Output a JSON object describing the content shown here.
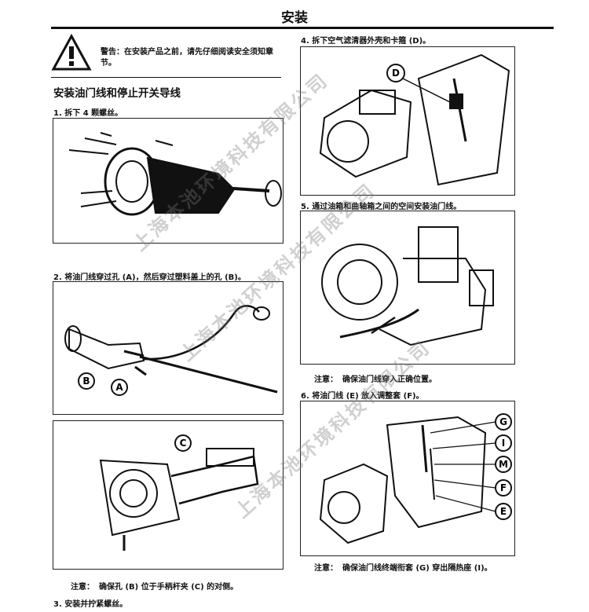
{
  "page": {
    "title": "安装"
  },
  "warning": {
    "label": "警告：",
    "text": "在安装产品之前，请先仔细阅读安全须知章节。"
  },
  "section": {
    "heading": "安装油门线和停止开关导线"
  },
  "steps": {
    "s1": "1.  拆下 4 颗螺丝。",
    "s2": "2.  将油门线穿过孔 (A)，然后穿过塑料盖上的孔 (B)。",
    "s3": "3.  安装并拧紧螺丝。",
    "s4": "4.  拆下空气滤清器外壳和卡箍 (D)。",
    "s5": "5.  通过油箱和曲轴箱之间的空间安装油门线。",
    "s6": "6.  将油门线 (E) 放入调整套 (F)。"
  },
  "notes": {
    "label": "注意：",
    "n1": "确保孔 (B) 位于手柄杆夹 (C) 的对侧。",
    "n2": "确保油门线穿入正确位置。",
    "n3": "确保油门线终端衔套 (G) 穿出隔热座 (I)。"
  },
  "callouts": {
    "a": "A",
    "b": "B",
    "c": "C",
    "d": "D",
    "g": "G",
    "i": "I",
    "m": "M",
    "f": "F",
    "e": "E"
  },
  "watermark": {
    "text": "上海本池环境科技有限公司"
  },
  "colors": {
    "ink": "#111111",
    "watermark": "#9a9a9a"
  }
}
